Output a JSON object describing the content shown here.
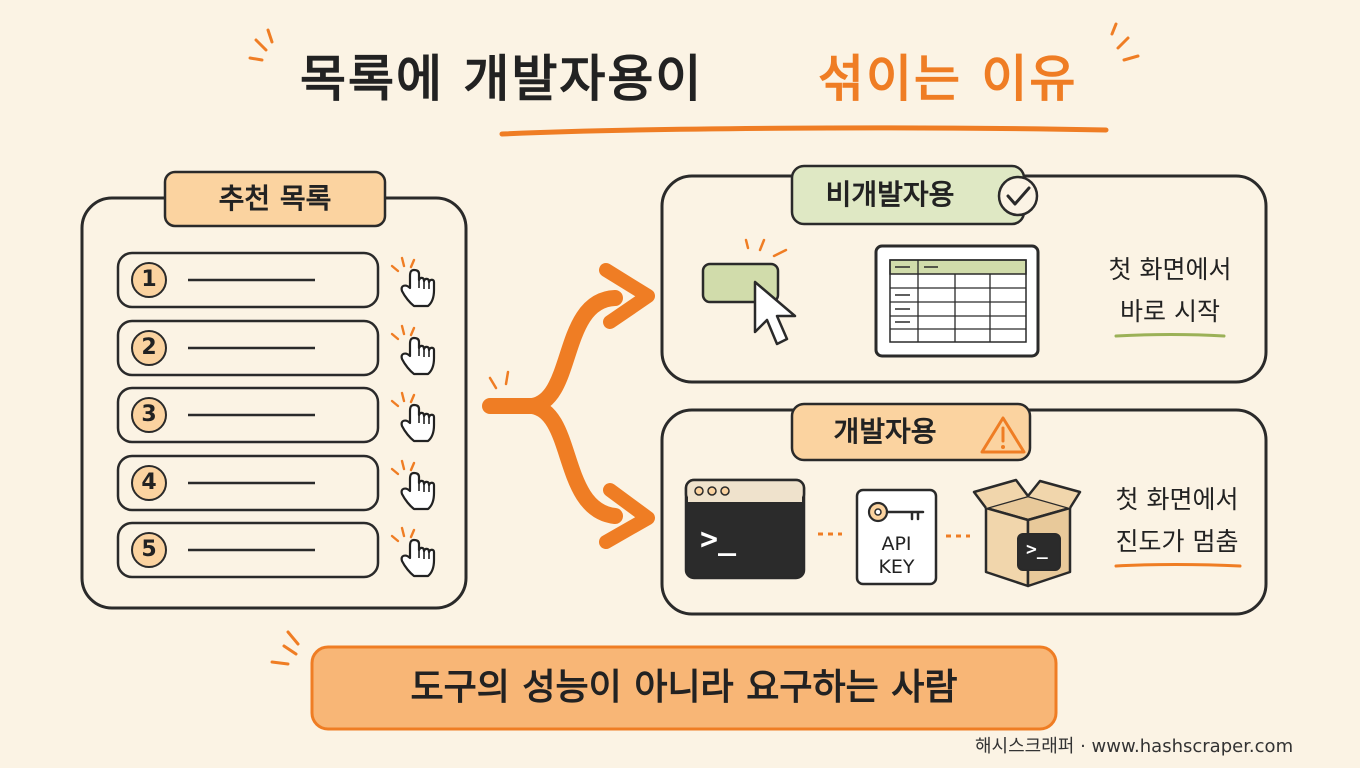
{
  "title": {
    "part1": "목록에 개발자용이",
    "part2": "섞이는 이유"
  },
  "list": {
    "label": "추천 목록",
    "items": [
      {
        "number": "1"
      },
      {
        "number": "2"
      },
      {
        "number": "3"
      },
      {
        "number": "4"
      },
      {
        "number": "5"
      }
    ],
    "icon": "pointing-hand-icon"
  },
  "non_dev": {
    "label": "비개발자용",
    "badge_icon": "checkmark-icon",
    "line1": "첫 화면에서",
    "line2": "바로 시작",
    "icons": [
      "button-icon",
      "cursor-icon",
      "spreadsheet-icon"
    ]
  },
  "dev": {
    "label": "개발자용",
    "badge_icon": "warning-icon",
    "line1": "첫 화면에서",
    "line2": "진도가 멈춤",
    "terminal_prompt": ">_",
    "api_key_line1": "API",
    "api_key_line2": "KEY",
    "icons": [
      "terminal-icon",
      "key-icon",
      "package-box-icon"
    ]
  },
  "banner": "도구의 성능이 아니라 요구하는 사람",
  "footer": "해시스크래퍼 · www.hashscraper.com",
  "colors": {
    "background": "#fbf3e4",
    "accent_orange": "#ef7d24",
    "soft_orange": "#fbd3a0",
    "soft_green": "#dfe8c4",
    "outline": "#2a2a2a"
  }
}
